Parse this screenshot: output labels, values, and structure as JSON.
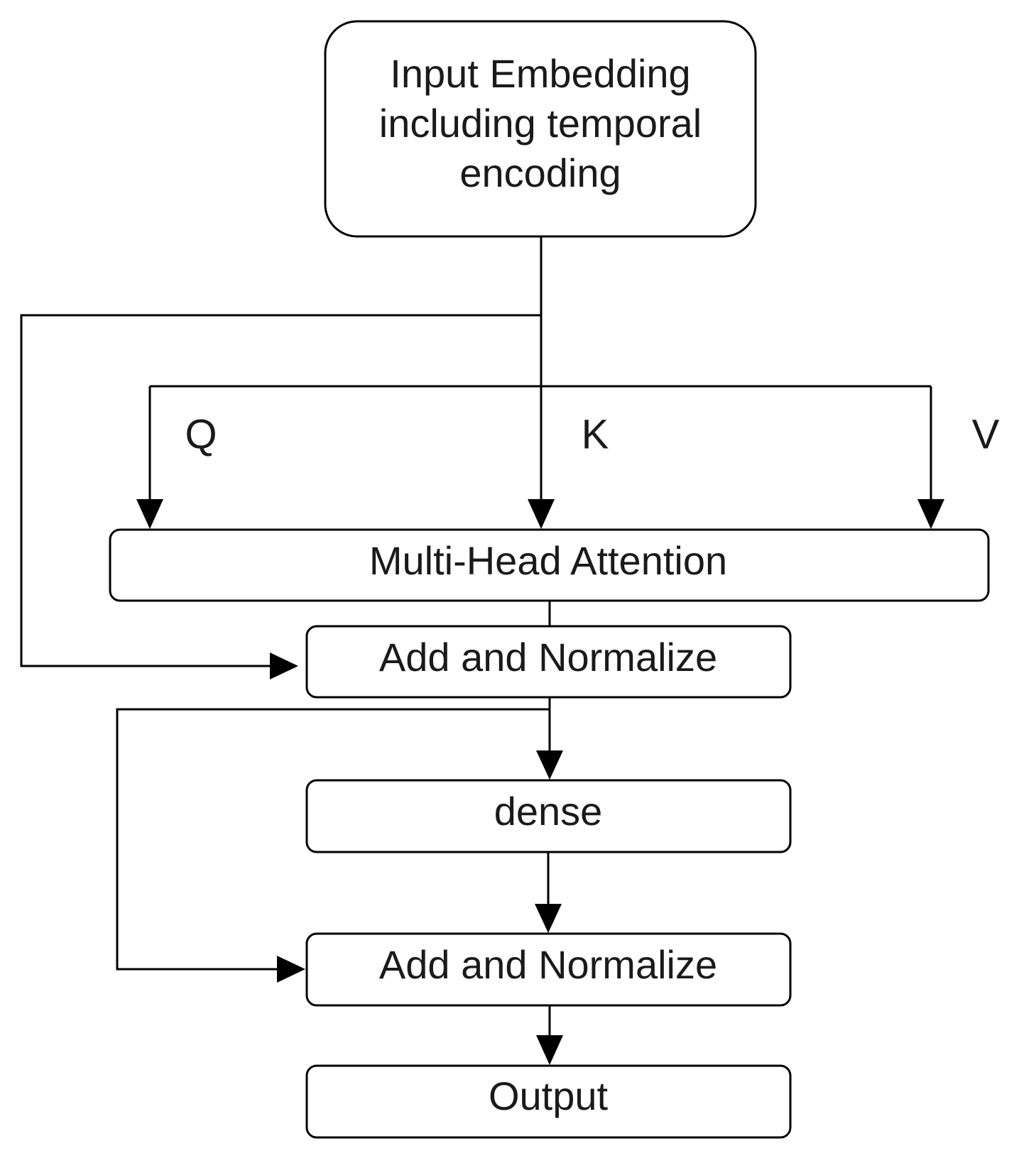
{
  "nodes": {
    "input_embedding": {
      "lines": [
        "Input Embedding",
        "including temporal",
        "encoding"
      ]
    },
    "multi_head_attention": {
      "label": "Multi-Head Attention"
    },
    "add_normalize_1": {
      "label": "Add and Normalize"
    },
    "dense": {
      "label": "dense"
    },
    "add_normalize_2": {
      "label": "Add and Normalize"
    },
    "output": {
      "label": "Output"
    }
  },
  "edge_labels": {
    "q": "Q",
    "k": "K",
    "v": "V"
  },
  "edges": [
    {
      "from": "input_embedding",
      "to": "multi_head_attention",
      "label": "Q"
    },
    {
      "from": "input_embedding",
      "to": "multi_head_attention",
      "label": "K"
    },
    {
      "from": "input_embedding",
      "to": "multi_head_attention",
      "label": "V"
    },
    {
      "from": "input_embedding",
      "to": "add_normalize_1",
      "type": "residual"
    },
    {
      "from": "multi_head_attention",
      "to": "add_normalize_1"
    },
    {
      "from": "add_normalize_1",
      "to": "dense"
    },
    {
      "from": "add_normalize_1",
      "to": "add_normalize_2",
      "type": "residual"
    },
    {
      "from": "dense",
      "to": "add_normalize_2"
    },
    {
      "from": "add_normalize_2",
      "to": "output"
    }
  ],
  "colors": {
    "stroke": "#000000",
    "text": "#1a1a1a",
    "background": "#ffffff"
  }
}
